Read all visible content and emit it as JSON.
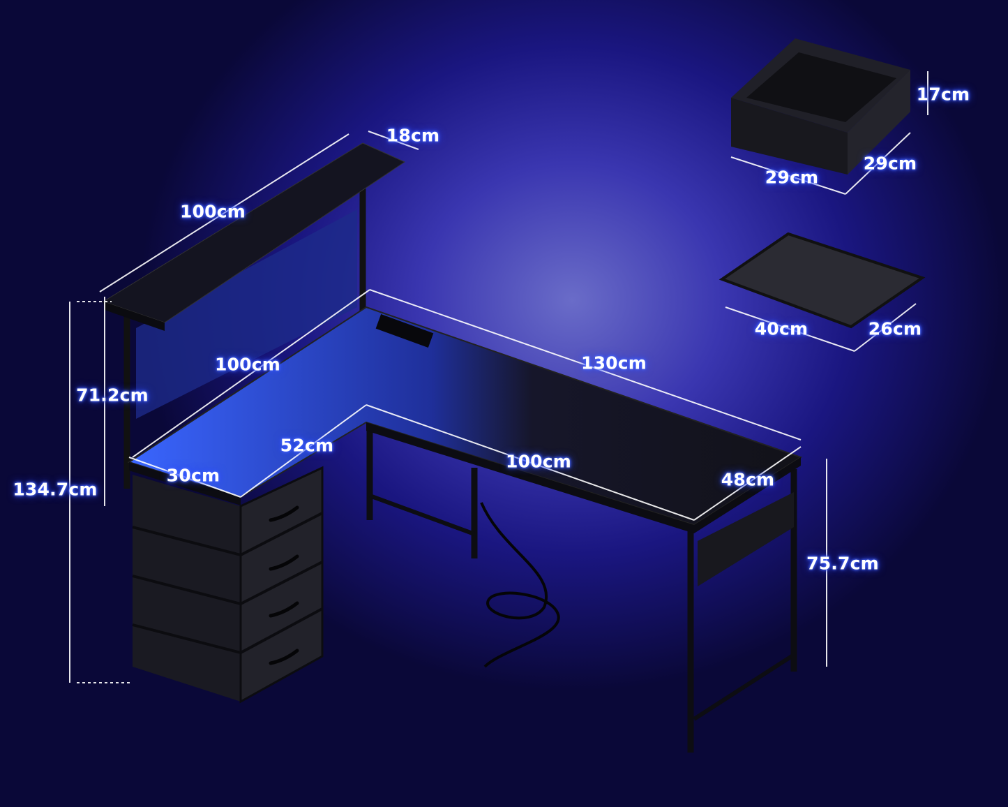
{
  "dimensions": {
    "hutch_depth": "18cm",
    "hutch_width": "100cm",
    "left_wing_length": "100cm",
    "right_wing_length": "130cm",
    "hutch_height": "71.2cm",
    "left_wing_depth": "52cm",
    "cabinet_width": "30cm",
    "front_length": "100cm",
    "desk_depth": "48cm",
    "total_height": "134.7cm",
    "desk_height": "75.7cm",
    "drawer_height": "17cm",
    "drawer_depth": "29cm",
    "drawer_width": "29cm",
    "shelf_width": "40cm",
    "shelf_depth": "26cm"
  },
  "colors": {
    "accent_glow": "#2b46ff",
    "desk": "#151520",
    "led": "#2f5bff"
  }
}
